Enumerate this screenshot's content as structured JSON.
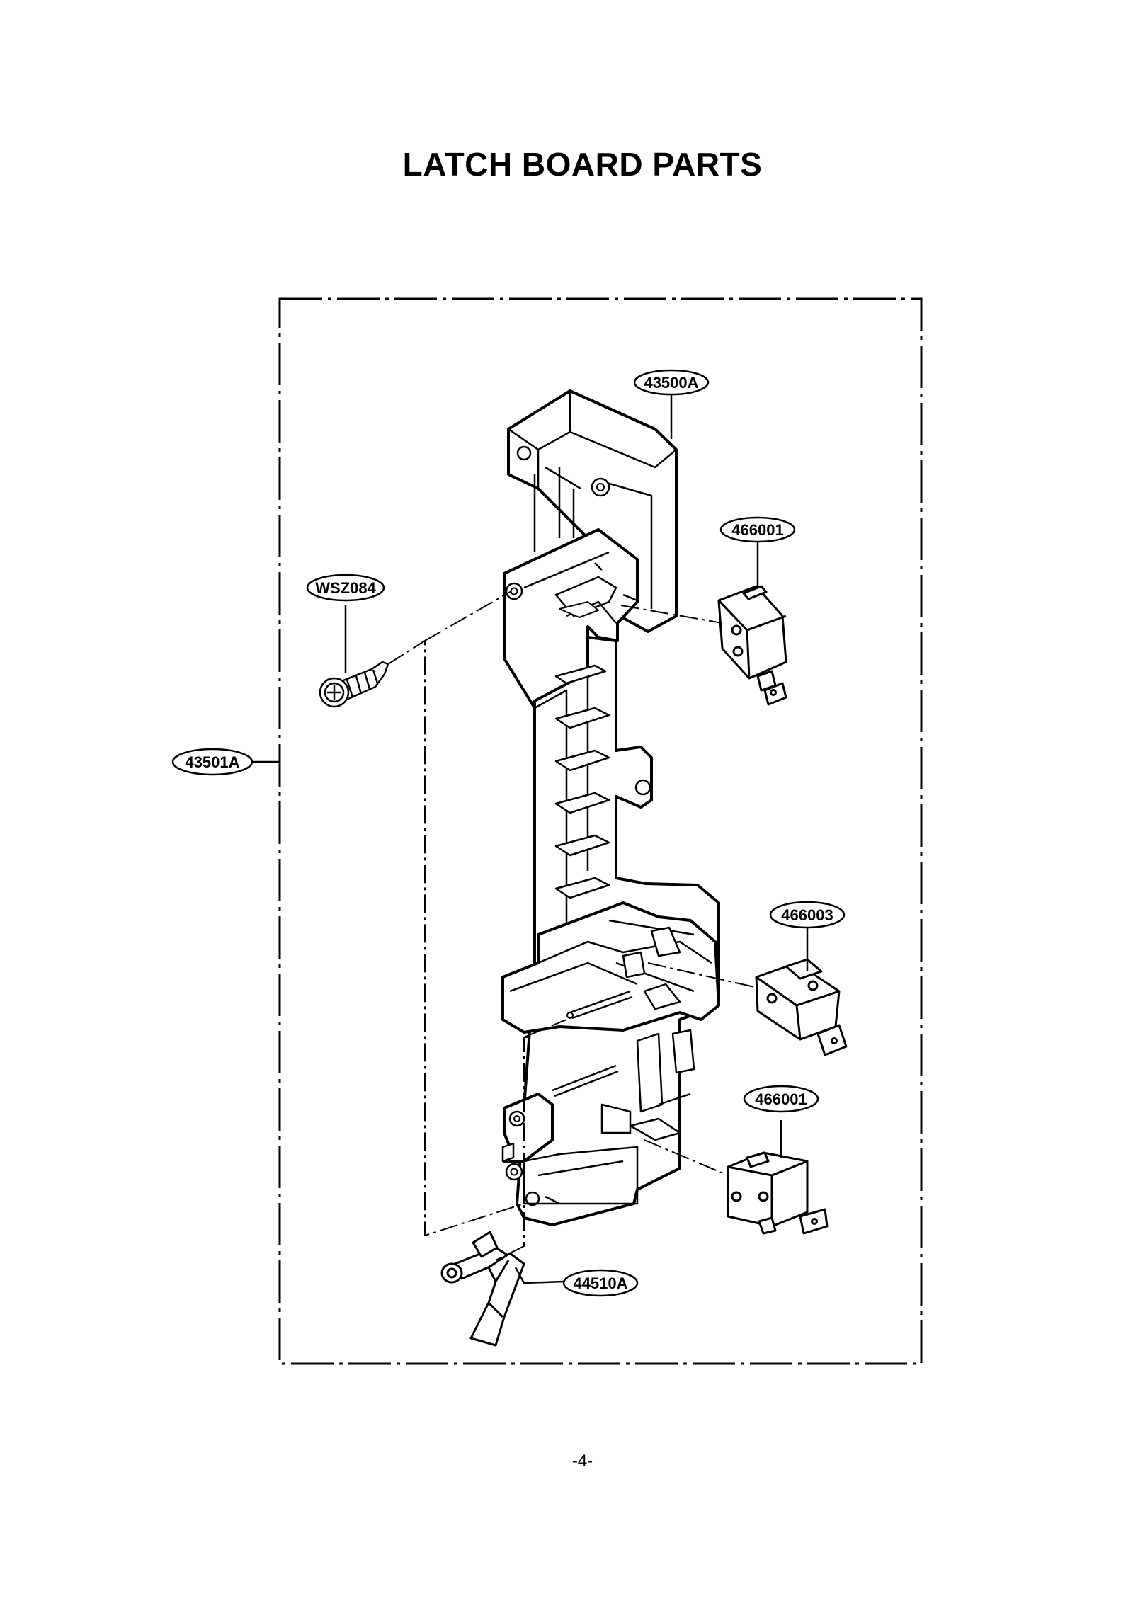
{
  "page": {
    "title": "LATCH BOARD PARTS",
    "page_number": "-4-"
  },
  "callouts": {
    "latch_board": "43500A",
    "switch_top": "466001",
    "screw": "WSZ084",
    "assembly": "43501A",
    "switch_middle": "466003",
    "switch_bottom": "466001",
    "lever": "44510A"
  }
}
